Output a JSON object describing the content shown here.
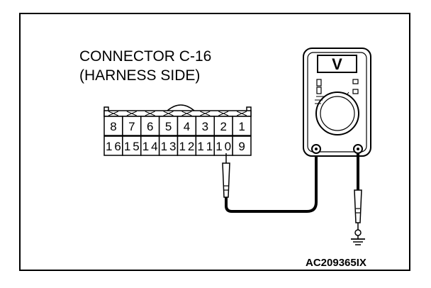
{
  "diagram": {
    "connector_title": "CONNECTOR C-16",
    "connector_subtitle": "(HARNESS SIDE)",
    "figure_code": "AC209365IX",
    "meter_display": "V",
    "pins_top": [
      "8",
      "7",
      "6",
      "5",
      "4",
      "3",
      "2",
      "1"
    ],
    "pins_bottom": [
      "16",
      "15",
      "14",
      "13",
      "12",
      "11",
      "10",
      "9"
    ],
    "probed_pin": "10"
  }
}
